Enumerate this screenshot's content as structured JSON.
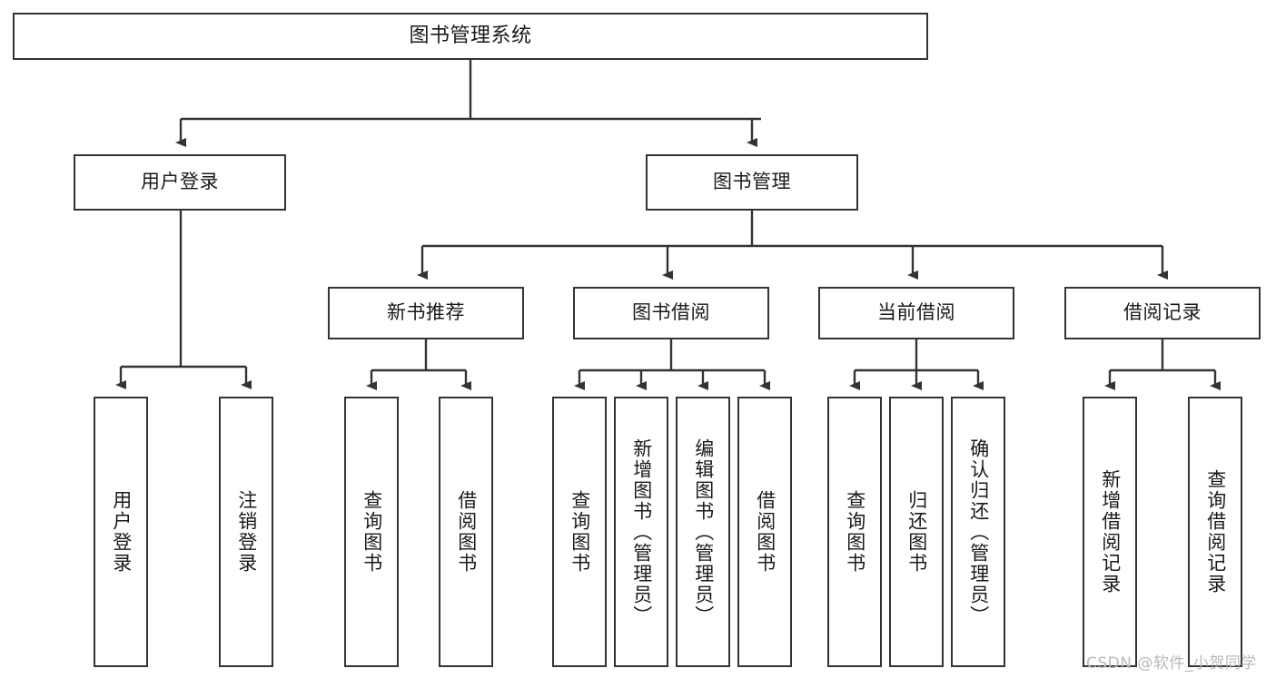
{
  "diagram": {
    "title": "图书管理系统",
    "type": "hierarchy-tree",
    "root": {
      "id": "root",
      "label": "图书管理系统",
      "orientation": "horizontal"
    },
    "level2": [
      {
        "id": "user-login",
        "label": "用户登录",
        "orientation": "horizontal"
      },
      {
        "id": "book-manage",
        "label": "图书管理",
        "orientation": "horizontal"
      }
    ],
    "level3": [
      {
        "id": "new-book-recommend",
        "label": "新书推荐",
        "orientation": "horizontal",
        "parent": "book-manage"
      },
      {
        "id": "book-borrow",
        "label": "图书借阅",
        "orientation": "horizontal",
        "parent": "book-manage"
      },
      {
        "id": "current-borrow",
        "label": "当前借阅",
        "orientation": "horizontal",
        "parent": "book-manage"
      },
      {
        "id": "borrow-record",
        "label": "借阅记录",
        "orientation": "horizontal",
        "parent": "book-manage"
      }
    ],
    "leaves": [
      {
        "id": "leaf-user-login",
        "label": "用户登录",
        "parent": "user-login"
      },
      {
        "id": "leaf-user-logout",
        "label": "注销登录",
        "parent": "user-login"
      },
      {
        "id": "leaf-query-book-1",
        "label": "查询图书",
        "parent": "new-book-recommend"
      },
      {
        "id": "leaf-borrow-book-1",
        "label": "借阅图书",
        "parent": "new-book-recommend"
      },
      {
        "id": "leaf-query-book-2",
        "label": "查询图书",
        "parent": "book-borrow"
      },
      {
        "id": "leaf-add-book",
        "label": "新增图书（管理员）",
        "parent": "book-borrow"
      },
      {
        "id": "leaf-edit-book",
        "label": "编辑图书（管理员）",
        "parent": "book-borrow"
      },
      {
        "id": "leaf-borrow-book-2",
        "label": "借阅图书",
        "parent": "book-borrow"
      },
      {
        "id": "leaf-query-book-3",
        "label": "查询图书",
        "parent": "current-borrow"
      },
      {
        "id": "leaf-return-book",
        "label": "归还图书",
        "parent": "current-borrow"
      },
      {
        "id": "leaf-confirm-return",
        "label": "确认归还（管理员）",
        "parent": "current-borrow"
      },
      {
        "id": "leaf-add-record",
        "label": "新增借阅记录",
        "parent": "borrow-record"
      },
      {
        "id": "leaf-query-record",
        "label": "查询借阅记录",
        "parent": "borrow-record"
      }
    ]
  },
  "watermark": {
    "text": "CSDN @软件_小贺同学"
  },
  "colors": {
    "stroke": "#333333",
    "box_fill": "#ffffff",
    "text": "#1a1a1a",
    "watermark": "#b9b9b9",
    "background": "#ffffff"
  }
}
